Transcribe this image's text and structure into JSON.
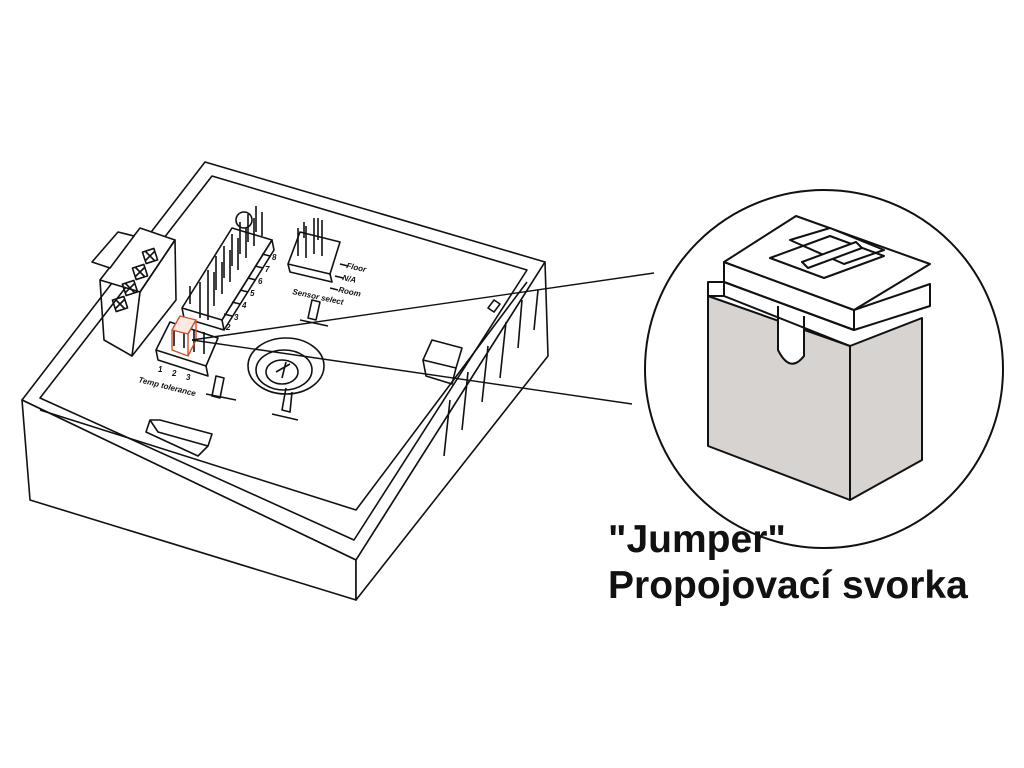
{
  "caption": {
    "line1": "\"Jumper\"",
    "line2": "Propojovací svorka"
  },
  "board_labels": {
    "sensor_select": "Sensor select",
    "floor": "Floor",
    "na": "N/A",
    "room": "Room",
    "temp_tolerance": "Temp tolerance",
    "pin_numbers_vertical": [
      "8",
      "7",
      "6",
      "5",
      "4",
      "3",
      "2"
    ],
    "pin_numbers_horizontal": [
      "1",
      "2",
      "3"
    ]
  },
  "colors": {
    "outline": "#111111",
    "jumper_body": "#d6d3d1",
    "highlight": "#d2502a"
  }
}
